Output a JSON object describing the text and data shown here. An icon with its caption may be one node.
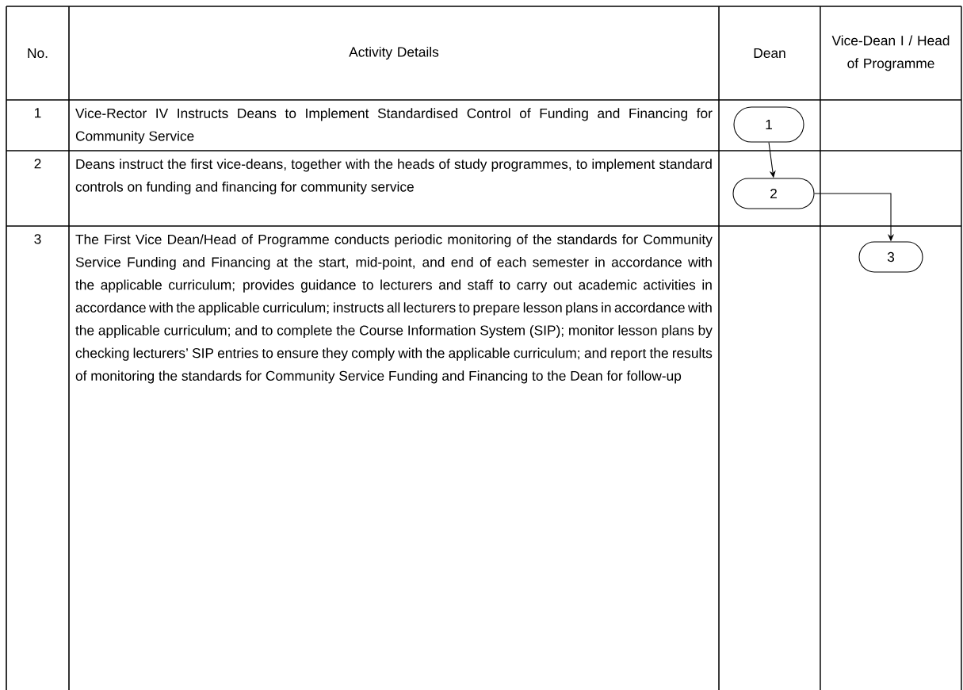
{
  "diagram": {
    "nodes": [
      {
        "text": [
          "1"
        ]
      },
      {
        "text": [
          "2"
        ]
      },
      {
        "text": [
          "3"
        ]
      }
    ],
    "edges": [
      {
        "from": 0,
        "to": 1,
        "arrow": "to"
      },
      {
        "from": 1,
        "to": 2,
        "arrow": "to"
      }
    ],
    "labels": [
      "No.",
      "Activity Details",
      "Dean",
      "Vice-Dean I / Head of Programme",
      "1",
      "Vice-Rector IV Instructs Deans to Implement Standardised Control of Funding and Financing for Community Service",
      "2",
      "Deans instruct the first vice-deans, together with the heads of study programmes, to implement standard controls on funding and financing for community service",
      "3",
      "The First Vice Dean/Head of Programme conducts periodic monitoring of the standards for Community Service Funding and Financing at the start, mid-point, and end of each semester in accordance with the applicable curriculum; provides guidance to lecturers and staff to carry out academic activities in accordance with the applicable curriculum; instructs all lecturers to prepare lesson plans in accordance with the applicable curriculum; and to complete the Course Information System (SIP); monitor lesson plans by checking lecturers’ SIP entries to ensure they comply with the applicable curriculum; and report the results of monitoring the standards for Community Service Funding and Financing to the Dean for follow-up"
    ]
  }
}
